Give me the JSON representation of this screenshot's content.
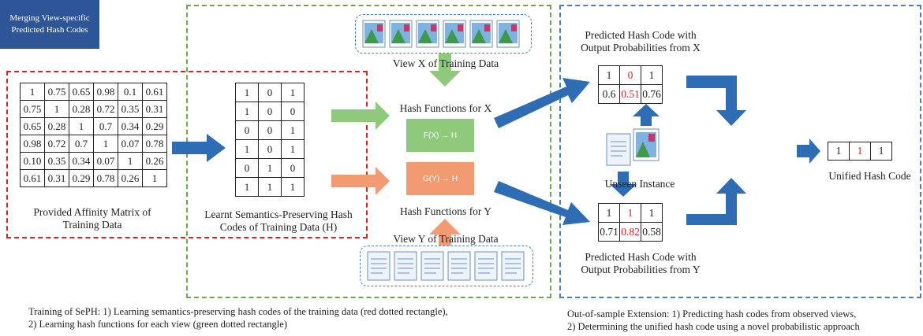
{
  "affinity_matrix": {
    "rows": [
      [
        "1",
        "0.75",
        "0.65",
        "0.98",
        "0.1",
        "0.61"
      ],
      [
        "0.75",
        "1",
        "0.28",
        "0.72",
        "0.35",
        "0.31"
      ],
      [
        "0.65",
        "0.28",
        "1",
        "0.7",
        "0.34",
        "0.29"
      ],
      [
        "0.98",
        "0.72",
        "0.7",
        "1",
        "0.07",
        "0.78"
      ],
      [
        "0.10",
        "0.35",
        "0.34",
        "0.07",
        "1",
        "0.26"
      ],
      [
        "0.61",
        "0.31",
        "0.29",
        "0.78",
        "0.26",
        "1"
      ]
    ],
    "label_line1": "Provided Affinity Matrix of",
    "label_line2": "Training Data"
  },
  "hash_codes": {
    "rows": [
      [
        "1",
        "0",
        "1"
      ],
      [
        "1",
        "0",
        "0"
      ],
      [
        "0",
        "0",
        "1"
      ],
      [
        "1",
        "0",
        "1"
      ],
      [
        "0",
        "1",
        "0"
      ],
      [
        "1",
        "1",
        "1"
      ]
    ],
    "label_line1": "Learnt Semantics-Preserving Hash",
    "label_line2": "Codes of Training Data (H)"
  },
  "view_x_label": "View X of Training Data",
  "view_y_label": "View Y of Training Data",
  "hash_fn_x_label": "Hash Functions for X",
  "hash_fn_y_label": "Hash Functions for Y",
  "fx_formula": "F(X) → H",
  "gy_formula": "G(Y) → H",
  "pred_x": {
    "title_line1": "Predicted Hash Code with",
    "title_line2": "Output Probabilities from X",
    "bits": [
      "1",
      "0",
      "1"
    ],
    "probs": [
      "0.6",
      "0.51",
      "0.76"
    ],
    "highlight_index": 1
  },
  "pred_y": {
    "title_line1": "Predicted Hash Code with",
    "title_line2": "Output Probabilities from Y",
    "bits": [
      "1",
      "1",
      "1"
    ],
    "probs": [
      "0.71",
      "0.82",
      "0.58"
    ],
    "highlight_index": 1
  },
  "unseen_label": "Unseen Instance",
  "merge_line1": "Merging View-specific",
  "merge_line2": "Predicted Hash Codes",
  "unified": {
    "bits": [
      "1",
      "1",
      "1"
    ],
    "highlight_index": 1,
    "label": "Unified Hash Code"
  },
  "caption_left_line1": "Training of SePH: 1) Learning semantics-preserving hash codes of the training data (red dotted rectangle),",
  "caption_left_line2": "2) Learning hash functions for each view (green dotted rectangle)",
  "caption_right_line1": "Out-of-sample Extension: 1) Predicting hash codes from observed views,",
  "caption_right_line2": "2) Determining the unified hash code using a novel probabilistic approach",
  "colors": {
    "red_rect": "#d9232b",
    "green_rect": "#6aac44",
    "blue_rect": "#4a7fc5",
    "arrow_blue": "#2e6db4",
    "fx_box": "#8ec97c",
    "gy_box": "#f29b73",
    "merge_box": "#2e5597"
  }
}
